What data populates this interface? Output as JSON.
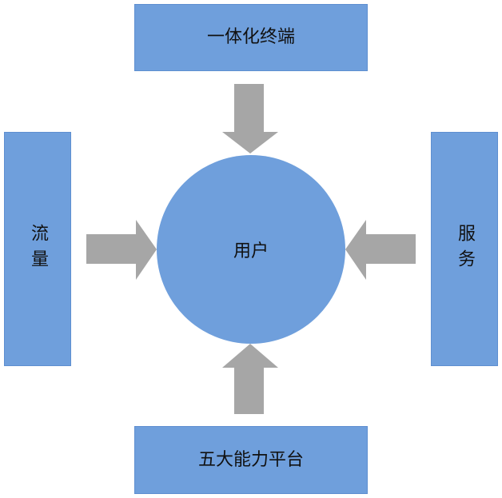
{
  "diagram": {
    "top_box": "一体化终端",
    "left_box": "流量",
    "right_box": "服务",
    "bottom_box": "五大能力平台",
    "center": "用户"
  },
  "colors": {
    "box": "#6f9fdc",
    "arrow": "#a6a6a6",
    "text": "#111111"
  }
}
